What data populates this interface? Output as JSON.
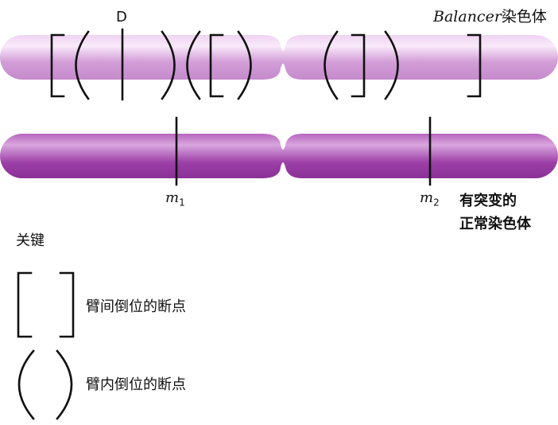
{
  "balancer_label": {
    "italic": "Balancer",
    "rest": "染色体"
  },
  "gene_label": "D",
  "markers": [
    {
      "italic": "m",
      "sub": "1"
    },
    {
      "italic": "m",
      "sub": "2"
    }
  ],
  "normal_label": [
    "有突变的",
    "正常染色体"
  ],
  "key_label": "关键",
  "legend": [
    {
      "symbol": "square-brackets",
      "text": "臂间倒位的断点"
    },
    {
      "symbol": "parentheses",
      "text": "臂内倒位的断点"
    }
  ],
  "colors": {
    "balancer_chromosome": "#d9a6dd",
    "normal_chromosome": "#a447ae",
    "line": "#111111"
  }
}
